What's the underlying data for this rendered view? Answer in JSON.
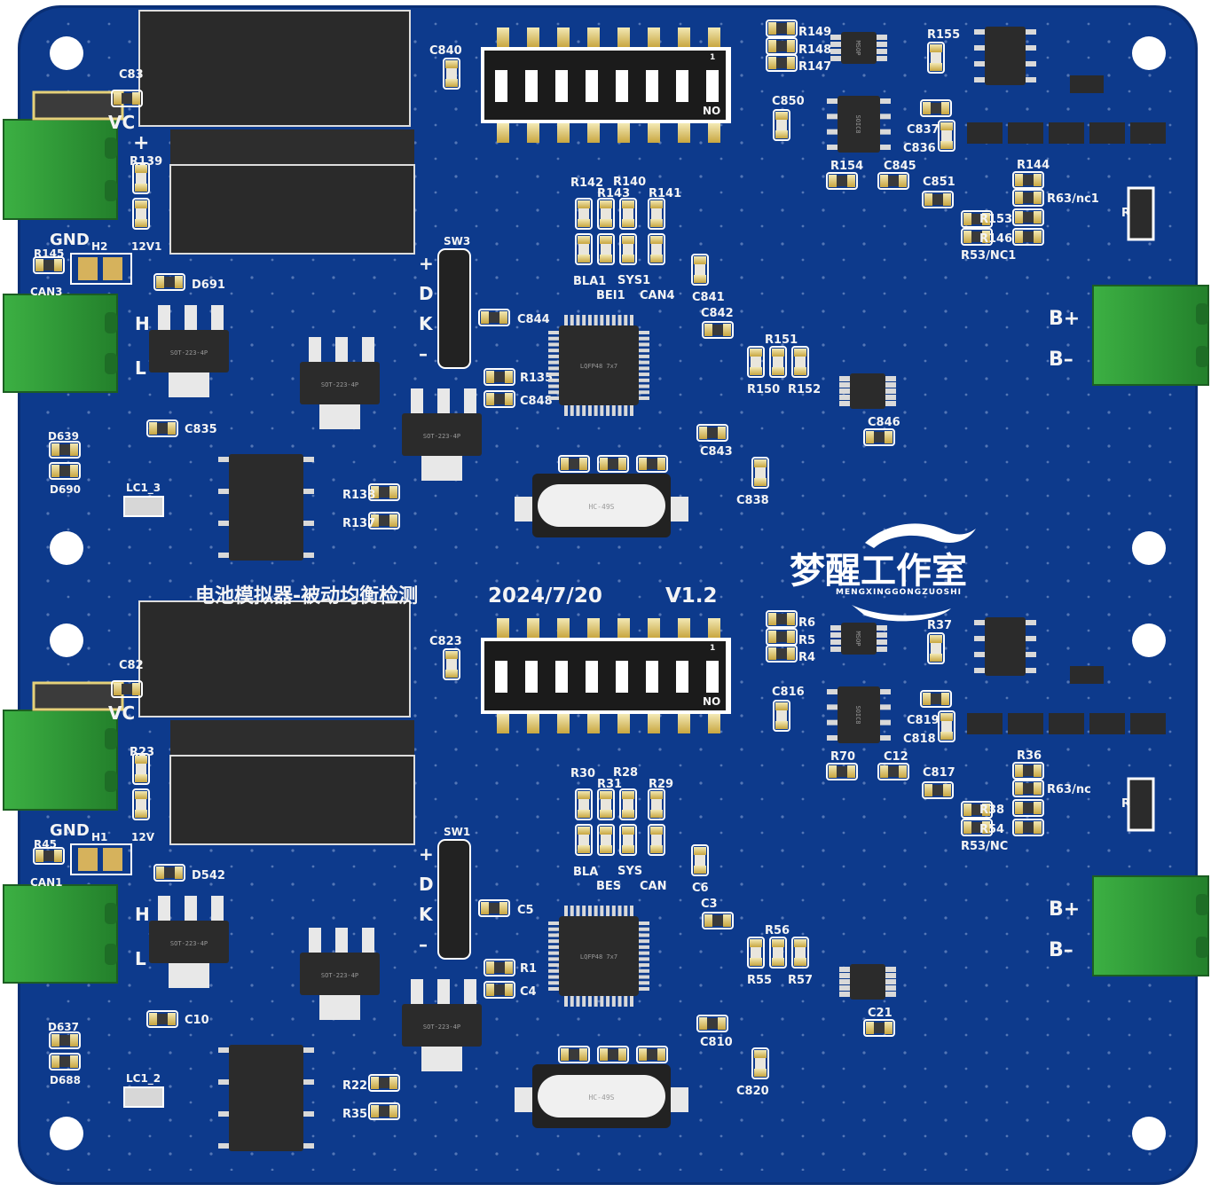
{
  "board": {
    "title": "电池模拟器-被动均衡检测",
    "date": "2024/7/20",
    "version": "V1.2",
    "colors": {
      "pcb": "#0d3a8c",
      "pcb_edge": "#0a2f75",
      "silk": "#f4f4f4",
      "pad": "#e8e4d0",
      "gold": "#c9a227",
      "terminal": "#2e9e3a",
      "chip": "#2a2a2a"
    }
  },
  "logo": {
    "cn": "梦醒工作室",
    "en": "MENGXINGGONGZUOSHI"
  },
  "top": {
    "labels": {
      "vc": "VC",
      "plus": "+",
      "r139": "R139",
      "v12": "12V1",
      "gnd": "GND",
      "h2": "H2",
      "r145": "R145",
      "can3": "CAN3",
      "d691": "D691",
      "h": "H",
      "l": "L",
      "c835": "C835",
      "d639": "D639",
      "d690": "D690",
      "lc": "LC1_3",
      "r138": "R138",
      "r137": "R137",
      "sw": "SW3",
      "sw_plus": "+",
      "sw_d": "D",
      "sw_k": "K",
      "sw_minus": "–",
      "c844": "C844",
      "r135": "R135",
      "c848": "C848",
      "c840": "C840",
      "r142": "R142",
      "r140": "R140",
      "r143": "R143",
      "r141": "R141",
      "bla": "BLA1",
      "bei": "BEI1",
      "sys": "SYS1",
      "can": "CAN4",
      "c841": "C841",
      "c842": "C842",
      "c843": "C843",
      "c838": "C838",
      "r149": "R149",
      "r148": "R148",
      "r147": "R147",
      "r155": "R155",
      "c850": "C850",
      "c837": "C837",
      "c836": "C836",
      "r154": "R154",
      "c845": "C845",
      "c851": "C851",
      "r144": "R144",
      "r63": "R63/nc1",
      "r153": "R153",
      "r146": "R146",
      "r53": "R53/NC1",
      "r151": "R151",
      "r150": "R150",
      "r152": "R152",
      "c846": "C846",
      "bplus": "B+",
      "bminus": "B–",
      "r_edge": "R",
      "c83x": "C83",
      "no": "NO",
      "one": "1"
    },
    "chips": {
      "qfp": "LQFP48 7x7",
      "soic": "SOIC8",
      "sot": "SOT-223-4P",
      "xtal": "HC-49S",
      "msop": "MSOP"
    }
  },
  "bottom": {
    "labels": {
      "vc": "VC",
      "r23": "R23",
      "v12": "12V",
      "gnd": "GND",
      "h1": "H1",
      "r45": "R45",
      "can1": "CAN1",
      "d542": "D542",
      "h": "H",
      "l": "L",
      "c10": "C10",
      "d637": "D637",
      "d688": "D688",
      "lc": "LC1_2",
      "r22": "R22",
      "r35": "R35",
      "sw": "SW1",
      "sw_plus": "+",
      "sw_d": "D",
      "sw_k": "K",
      "sw_minus": "–",
      "c5": "C5",
      "r1": "R1",
      "c4": "C4",
      "c823": "C823",
      "r30": "R30",
      "r31": "R31",
      "r28": "R28",
      "r29": "R29",
      "bla": "BLA",
      "bes": "BES",
      "sys": "SYS",
      "can": "CAN",
      "c6": "C6",
      "c3": "C3",
      "c810": "C810",
      "c820": "C820",
      "r6": "R6",
      "r5": "R5",
      "r4": "R4",
      "r37": "R37",
      "c816": "C816",
      "c819": "C819",
      "c818": "C818",
      "r70": "R70",
      "c12": "C12",
      "c817": "C817",
      "r36": "R36",
      "r63": "R63/nc",
      "r38": "R38",
      "r54": "R54",
      "r53": "R53/NC",
      "r56": "R56",
      "r55": "R55",
      "r57": "R57",
      "c21": "C21",
      "bplus": "B+",
      "bminus": "B–",
      "r_edge": "R",
      "c82x": "C82",
      "no": "NO",
      "one": "1"
    },
    "chips": {
      "qfp": "LQFP48 7x7",
      "soic": "SOIC8",
      "sot": "SOT-223-4P",
      "xtal": "HC-49S",
      "msop": "MSOP"
    }
  }
}
